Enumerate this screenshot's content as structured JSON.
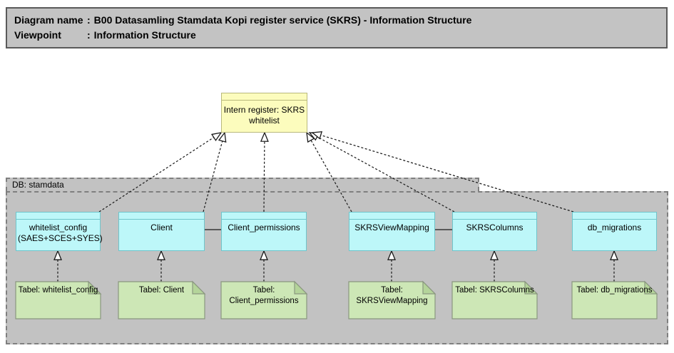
{
  "header": {
    "separator": ":",
    "fields": [
      {
        "label": "Diagram name",
        "value": "B00 Datasamling Stamdata Kopi register service (SKRS) - Information Structure"
      },
      {
        "label": "Viewpoint",
        "value": "Information Structure"
      }
    ]
  },
  "business_object": {
    "label": "Intern register: SKRS whitelist"
  },
  "grouping": {
    "label": "DB: stamdata"
  },
  "data_objects": [
    {
      "label": "whitelist_config (SAES+SCES+SYES)"
    },
    {
      "label": "Client"
    },
    {
      "label": "Client_permissions"
    },
    {
      "label": "SKRSViewMapping"
    },
    {
      "label": "SKRSColumns"
    },
    {
      "label": "db_migrations"
    }
  ],
  "artifacts": [
    {
      "label": "Tabel: whitelist_config"
    },
    {
      "label": "Tabel: Client"
    },
    {
      "label": "Tabel: Client_permissions"
    },
    {
      "label": "Tabel: SKRSViewMapping"
    },
    {
      "label": "Tabel: SKRSColumns"
    },
    {
      "label": "Tabel: db_migrations"
    }
  ],
  "colors": {
    "business_fill": "#fcfcbd",
    "business_border": "#b9b97c",
    "data_fill": "#bdf7f9",
    "data_border": "#6fc5cb",
    "artifact_fill": "#cde7b6",
    "artifact_fold": "#b4d49a",
    "artifact_border": "#8a977f",
    "grouping_fill": "#c2c2c2",
    "grouping_border": "#7f7f7f",
    "title_fill": "#c3c3c3",
    "connector": "#1a1a1a"
  }
}
